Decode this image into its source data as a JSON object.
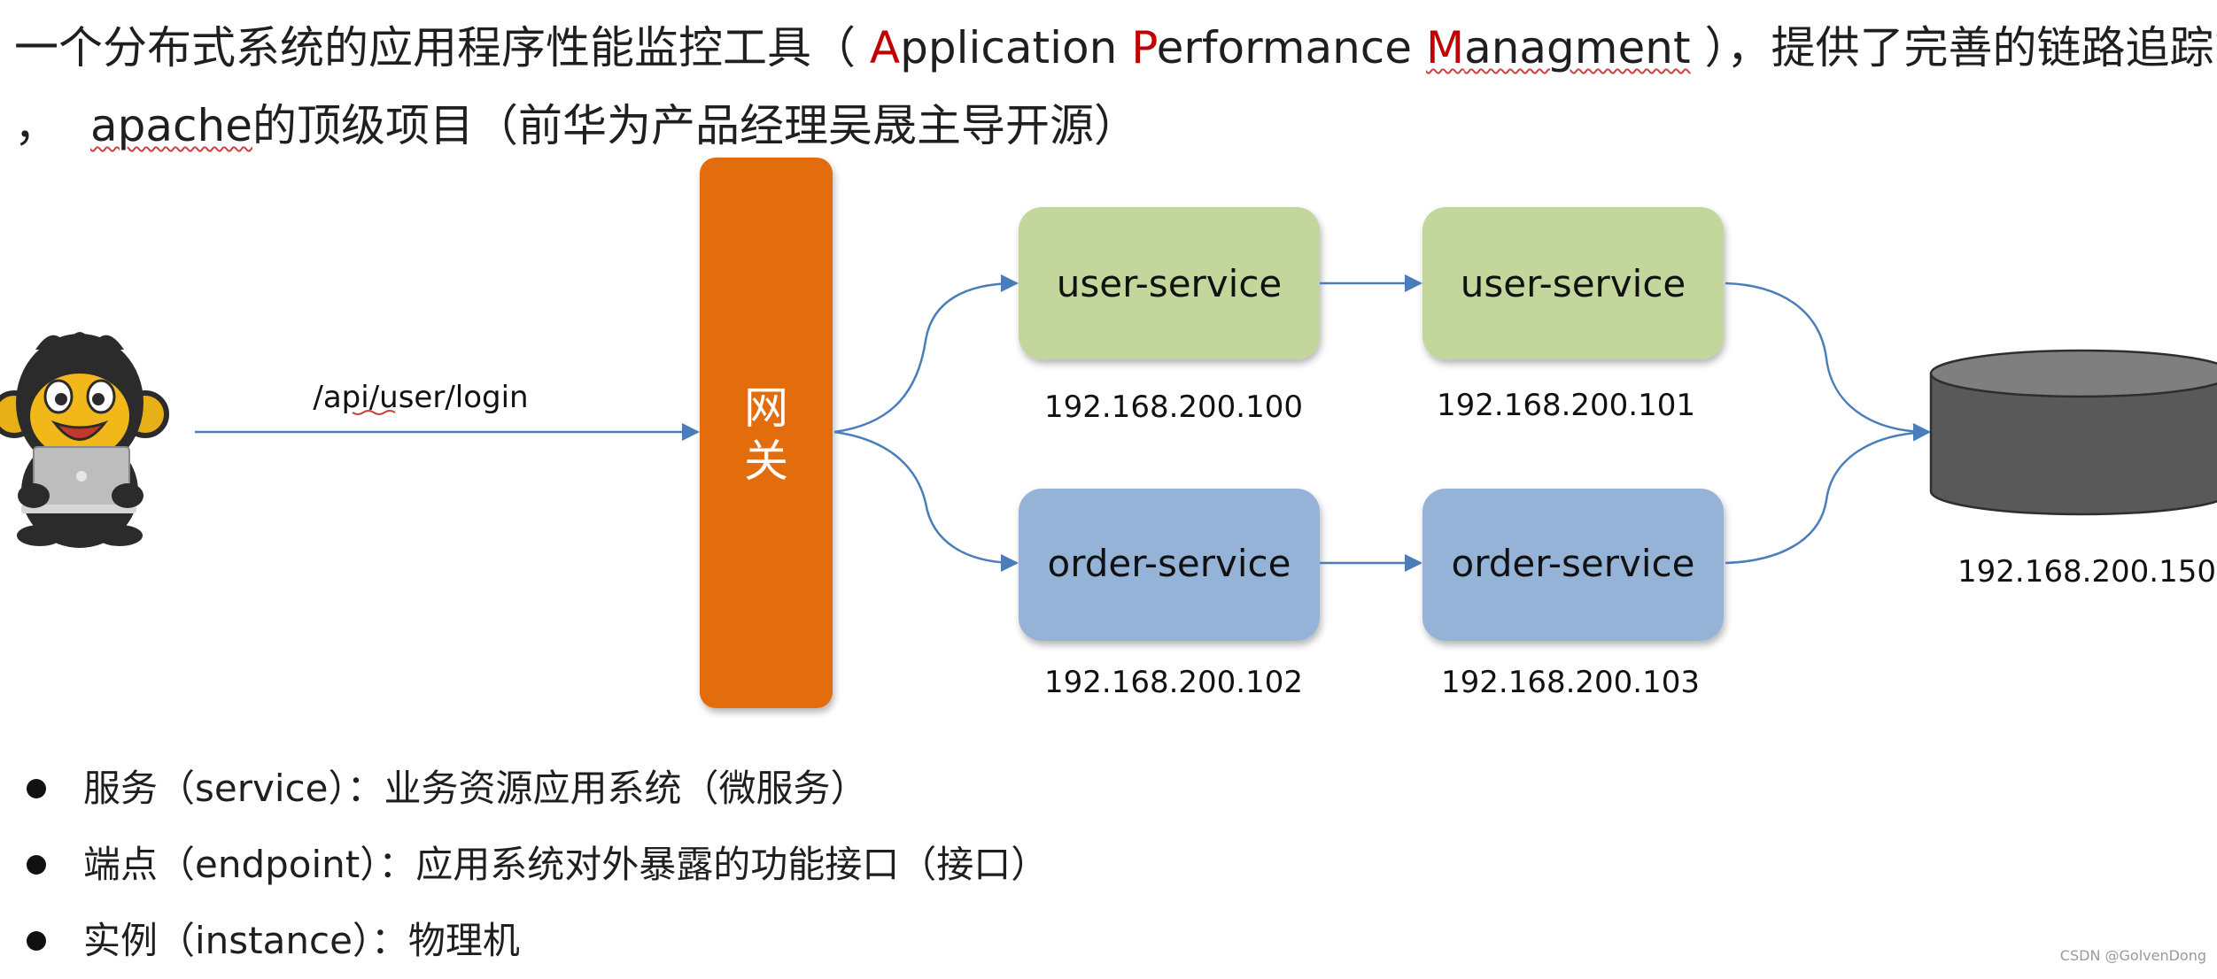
{
  "intro": {
    "line1_before": "一个分布式系统的应用程序性能监控工具（ ",
    "line1_a_initial": "A",
    "line1_a_rest": "pplication ",
    "line1_p_initial": "P",
    "line1_p_rest": "erformance ",
    "line1_m_initial": "M",
    "line1_m_rest": "anagment",
    "line1_after": " ），提供了完善的链路追踪能力",
    "line2_comma": "，",
    "line2_apache": "apache",
    "line2_rest": "的顶级项目（前华为产品经理吴晟主导开源）"
  },
  "diagram": {
    "request_path": "/api/user/login",
    "gateway": {
      "line1": "网",
      "line2": "关"
    },
    "services": {
      "user_a": {
        "label": "user-service",
        "ip": "192.168.200.100"
      },
      "user_b": {
        "label": "user-service",
        "ip": "192.168.200.101"
      },
      "order_a": {
        "label": "order-service",
        "ip": "192.168.200.102"
      },
      "order_b": {
        "label": "order-service",
        "ip": "192.168.200.103"
      }
    },
    "database": {
      "ip": "192.168.200.150"
    },
    "icons": {
      "client": "monkey-with-laptop-icon",
      "database": "database-cylinder-icon"
    }
  },
  "colors": {
    "gateway": "#e36c0a",
    "user_service": "#c3d69b",
    "order_service": "#95b3d7",
    "database": "#595959",
    "arrow": "#4a7ebb",
    "emphasis": "#c00000"
  },
  "bullets": [
    "服务（service）：业务资源应用系统（微服务）",
    "端点（endpoint）：应用系统对外暴露的功能接口（接口）",
    "实例（instance）：物理机"
  ],
  "watermark": "CSDN @GolvenDong"
}
